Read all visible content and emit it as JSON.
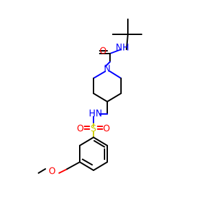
{
  "molecule": {
    "atoms": {
      "amide_nh": "NH",
      "carbonyl_o": "O",
      "ring_n": "N",
      "sulfonamide_nh": "HN",
      "sulfur": "S",
      "sulfonyl_o_left": "O",
      "sulfonyl_o_right": "O",
      "methoxy_o": "O"
    },
    "colors": {
      "carbon": "#000000",
      "nitrogen": "#0000ff",
      "oxygen": "#ff0000",
      "sulfur": "#cccc00"
    }
  }
}
